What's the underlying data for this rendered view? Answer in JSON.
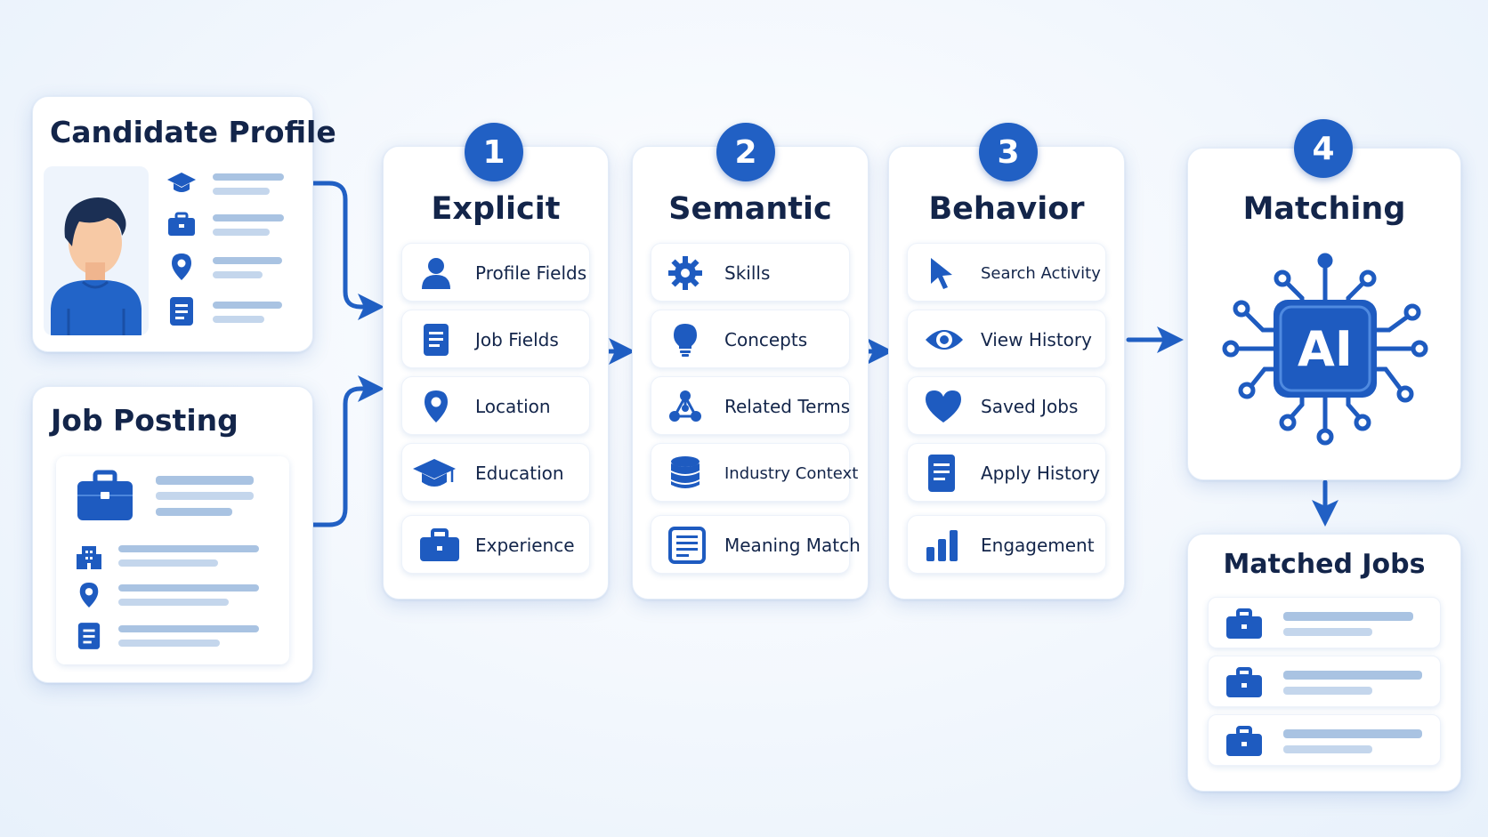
{
  "candidate_profile": {
    "title": "Candidate Profile",
    "icons": [
      "graduation-cap-icon",
      "briefcase-icon",
      "location-pin-icon",
      "document-icon"
    ]
  },
  "job_posting": {
    "title": "Job Posting",
    "icons": [
      "briefcase-icon",
      "building-icon",
      "location-pin-icon",
      "document-icon"
    ]
  },
  "steps": [
    {
      "number": "1",
      "title": "Explicit",
      "items": [
        {
          "label": "Profile Fields",
          "icon": "person-icon"
        },
        {
          "label": "Job Fields",
          "icon": "document-icon"
        },
        {
          "label": "Location",
          "icon": "location-pin-icon"
        },
        {
          "label": "Education",
          "icon": "graduation-cap-icon"
        },
        {
          "label": "Experience",
          "icon": "briefcase-icon"
        }
      ]
    },
    {
      "number": "2",
      "title": "Semantic",
      "items": [
        {
          "label": "Skills",
          "icon": "gear-icon"
        },
        {
          "label": "Concepts",
          "icon": "lightbulb-icon"
        },
        {
          "label": "Related Terms",
          "icon": "network-icon"
        },
        {
          "label": "Industry Context",
          "icon": "database-icon"
        },
        {
          "label": "Meaning Match",
          "icon": "text-document-icon"
        }
      ]
    },
    {
      "number": "3",
      "title": "Behavior",
      "items": [
        {
          "label": "Search Activity",
          "icon": "cursor-icon"
        },
        {
          "label": "View History",
          "icon": "eye-icon"
        },
        {
          "label": "Saved Jobs",
          "icon": "heart-icon"
        },
        {
          "label": "Apply History",
          "icon": "document-icon"
        },
        {
          "label": "Engagement",
          "icon": "bar-chart-icon"
        }
      ]
    },
    {
      "number": "4",
      "title": "Matching",
      "center_label": "AI",
      "icon": "ai-chip-icon"
    }
  ],
  "matched_jobs": {
    "title": "Matched Jobs",
    "icons": [
      "briefcase-icon",
      "briefcase-icon",
      "briefcase-icon"
    ]
  },
  "colors": {
    "accent": "#2160c4",
    "dark_text": "#13254a",
    "placeholder_bar": "#a9c3e2",
    "background": "#f4f8fd"
  }
}
